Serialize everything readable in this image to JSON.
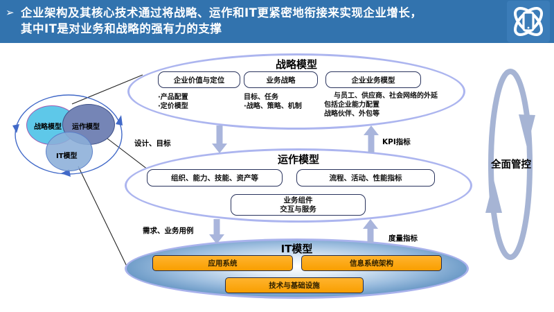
{
  "header": {
    "bullet": "➢",
    "line1": "企业架构及其核心技术通过将战略、运作和IT更紧密地衔接来实现企业增长，",
    "line2": "其中IT是对业务和战略的强有力的支撑"
  },
  "logo": {
    "icon": "atom-device-logo"
  },
  "venn": {
    "strategy": "战略模型",
    "operation": "运作模型",
    "it": "IT模型"
  },
  "strategy_model": {
    "title": "战略模型",
    "boxes": [
      {
        "label": "企业价值与定位",
        "notes": [
          "·产品配置",
          "·定价模型"
        ]
      },
      {
        "label": "业务战略",
        "notes": [
          "目标、任务",
          "·战略、策略、机制"
        ]
      },
      {
        "label": "企业业务模型",
        "notes": [
          "与员工、供应商、社会网络的外延",
          "包括企业能力配置",
          "战略伙伴、外包等"
        ]
      }
    ]
  },
  "operation_model": {
    "title": "运作模型",
    "box_left": "组织、能力、技能、资产等",
    "box_right": "流程、活动、性能指标",
    "box_center_line1": "业务组件",
    "box_center_line2": "交互与服务"
  },
  "it_model": {
    "title": "IT模型",
    "box_left": "应用系统",
    "box_right": "信息系统架构",
    "box_bottom": "技术与基础设施"
  },
  "flow_labels": {
    "design_goal": "设计、目标",
    "kpi": "KPI指标",
    "requirement_usecase": "需求、业务用例",
    "measure": "度量指标"
  },
  "side_label": {
    "control": "全面管控"
  },
  "colors": {
    "header_bg": "#3273AE",
    "ellipse_stroke": "#ACB5EF",
    "arrow_fill": "#A9B5DC",
    "orange_box": "#FBA30D",
    "cycle_blue": "#4169C8",
    "it_ellipse_deep": "#3F76AE",
    "venn_strategy_fill": "#5EC8E9",
    "venn_operation_fill": "#7585B6",
    "venn_it_fill": "#8BAED8"
  }
}
